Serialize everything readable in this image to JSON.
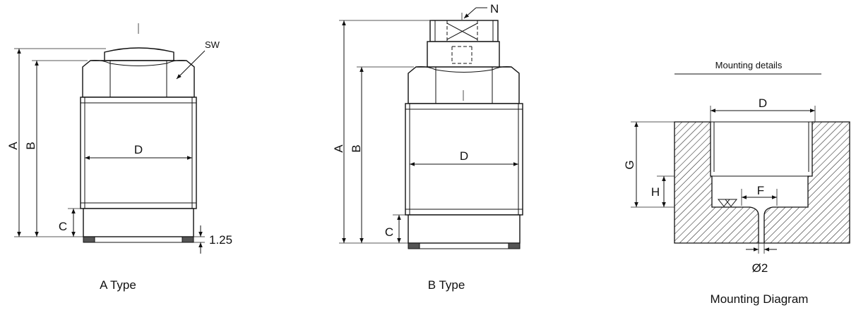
{
  "views": {
    "a_type": {
      "caption": "A  Type",
      "dims": {
        "a": "A",
        "b": "B",
        "c": "C",
        "d": "D",
        "sw": "SW",
        "thickness": "1.25"
      }
    },
    "b_type": {
      "caption": "B  Type",
      "dims": {
        "a": "A",
        "b": "B",
        "c": "C",
        "d": "D",
        "n": "N"
      }
    },
    "mounting": {
      "heading": "Mounting details",
      "caption": "Mounting Diagram",
      "dims": {
        "d": "D",
        "g": "G",
        "h": "H",
        "f": "F",
        "hole": "Ø2"
      }
    }
  }
}
